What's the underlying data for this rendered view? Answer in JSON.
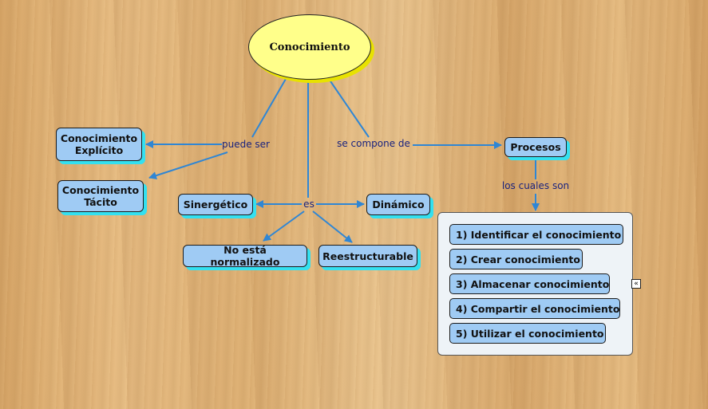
{
  "root": {
    "label": "Conocimiento"
  },
  "nodes": {
    "explicito": "Conocimiento Explícito",
    "tacito": "Conocimiento Tácito",
    "sinergetico": "Sinergético",
    "dinamico": "Dinámico",
    "no_normalizado": "No está normalizado",
    "reestructurable": "Reestructurable",
    "procesos": "Procesos"
  },
  "link_labels": {
    "puede_ser": "puede ser",
    "es": "es",
    "se_compone_de": "se compone de",
    "los_cuales_son": "los cuales son"
  },
  "process_steps": [
    "1) Identificar el conocimiento",
    "2) Crear conocimiento",
    "3) Almacenar conocimiento",
    "4) Compartir el conocimiento",
    "5) Utilizar el conocimiento"
  ],
  "colors": {
    "node_fill": "#9fcbf4",
    "node_shadow": "#33e0f0",
    "root_fill": "#ffff8a",
    "link_line": "#2f86d4",
    "link_text": "#1a237e"
  },
  "icons": {
    "collapse": "double-chevron-left-icon"
  }
}
